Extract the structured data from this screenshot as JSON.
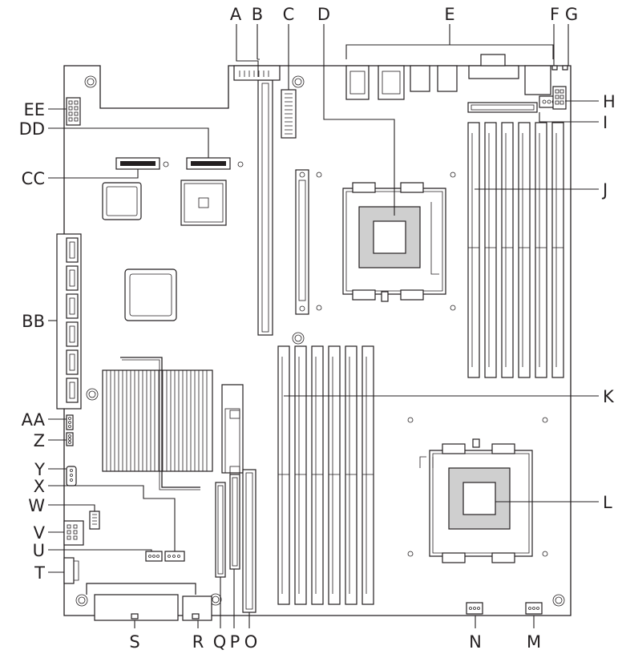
{
  "labels": {
    "A": "A",
    "B": "B",
    "C": "C",
    "D": "D",
    "E": "E",
    "F": "F",
    "G": "G",
    "H": "H",
    "I": "I",
    "J": "J",
    "K": "K",
    "L": "L",
    "M": "M",
    "N": "N",
    "O": "O",
    "P": "P",
    "Q": "Q",
    "R": "R",
    "S": "S",
    "T": "T",
    "U": "U",
    "V": "V",
    "W": "W",
    "X": "X",
    "Y": "Y",
    "Z": "Z",
    "AA": "AA",
    "BB": "BB",
    "CC": "CC",
    "DD": "DD",
    "EE": "EE"
  },
  "colors": {
    "line": "#231f20",
    "processor": "#cfcfcf",
    "background": "#ffffff"
  }
}
